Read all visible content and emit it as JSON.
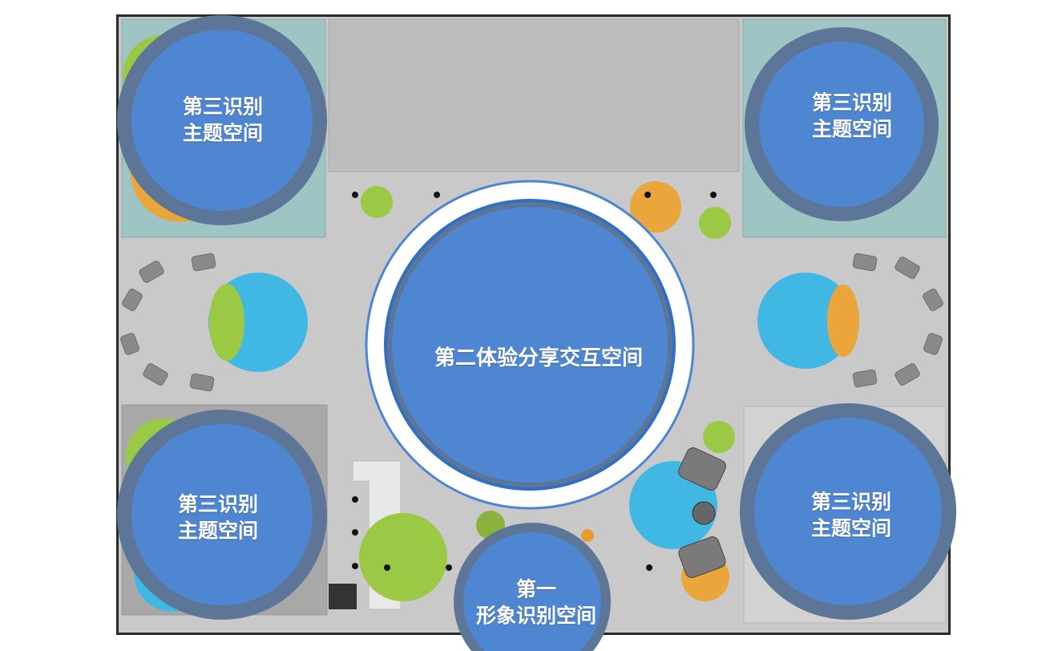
{
  "zones": {
    "top_left": {
      "line1": "第三识别",
      "line2": "主题空间"
    },
    "top_right": {
      "line1": "第三识别",
      "line2": "主题空间"
    },
    "bottom_left": {
      "line1": "第三识别",
      "line2": "主题空间"
    },
    "bottom_right": {
      "line1": "第三识别",
      "line2": "主题空间"
    },
    "center": {
      "label": "第二体验分享交互空间"
    },
    "entrance": {
      "line1": "第一",
      "line2": "形象识别空间"
    }
  },
  "colors": {
    "zone_fill": "#4f86d1",
    "zone_ring": "#5d7596",
    "floor": "#c8c8c8",
    "teal_room": "#9fc4c4",
    "green_spot": "#9cc945",
    "orange_spot": "#eaa63b",
    "cyan_spot": "#41b8e4"
  }
}
